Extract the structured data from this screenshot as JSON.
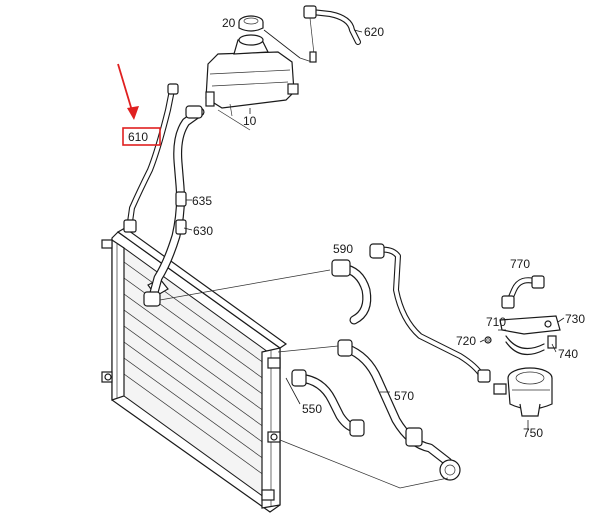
{
  "callouts": {
    "p20": "20",
    "p620": "620",
    "p10": "10",
    "p610": "610",
    "p635": "635",
    "p630": "630",
    "p590": "590",
    "p770": "770",
    "p710": "710",
    "p730": "730",
    "p720": "720",
    "p740": "740",
    "p570": "570",
    "p550": "550",
    "p750": "750"
  },
  "highlight": {
    "color": "#e02020",
    "target": "610"
  }
}
